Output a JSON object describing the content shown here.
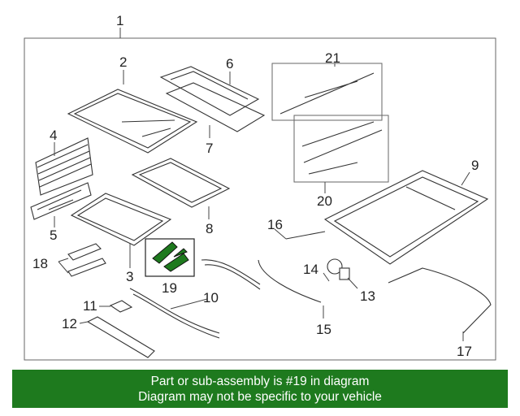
{
  "callouts": {
    "c1": "1",
    "c2": "2",
    "c3": "3",
    "c4": "4",
    "c5": "5",
    "c6": "6",
    "c7": "7",
    "c8": "8",
    "c9": "9",
    "c10": "10",
    "c11": "11",
    "c12": "12",
    "c13": "13",
    "c14": "14",
    "c15": "15",
    "c16": "16",
    "c17": "17",
    "c18": "18",
    "c19": "19",
    "c20": "20",
    "c21": "21"
  },
  "highlight": {
    "part_number": "19",
    "color": "#1e7a1e"
  },
  "banner": {
    "line1": "Part or sub-assembly is #19 in diagram",
    "line2": "Diagram may not be specific to your vehicle",
    "background": "#1e7a1e"
  }
}
